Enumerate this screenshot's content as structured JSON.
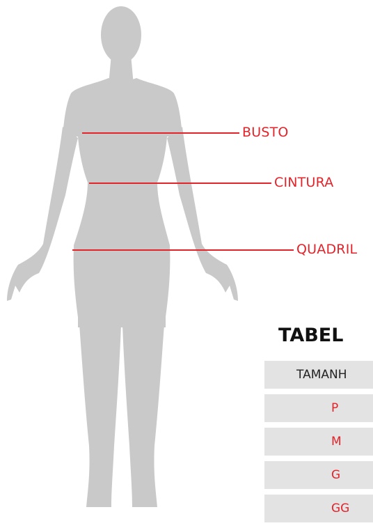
{
  "measurements": {
    "bust_label": "BUSTO",
    "waist_label": "CINTURA",
    "hip_label": "QUADRIL"
  },
  "table": {
    "title": "TABEL",
    "header": "TAMANH",
    "sizes": [
      "P",
      "M",
      "G",
      "GG"
    ]
  },
  "colors": {
    "accent": "#e2232a",
    "silhouette": "#c9c9c9",
    "cell_background": "#e3e3e3",
    "title": "#111111"
  }
}
